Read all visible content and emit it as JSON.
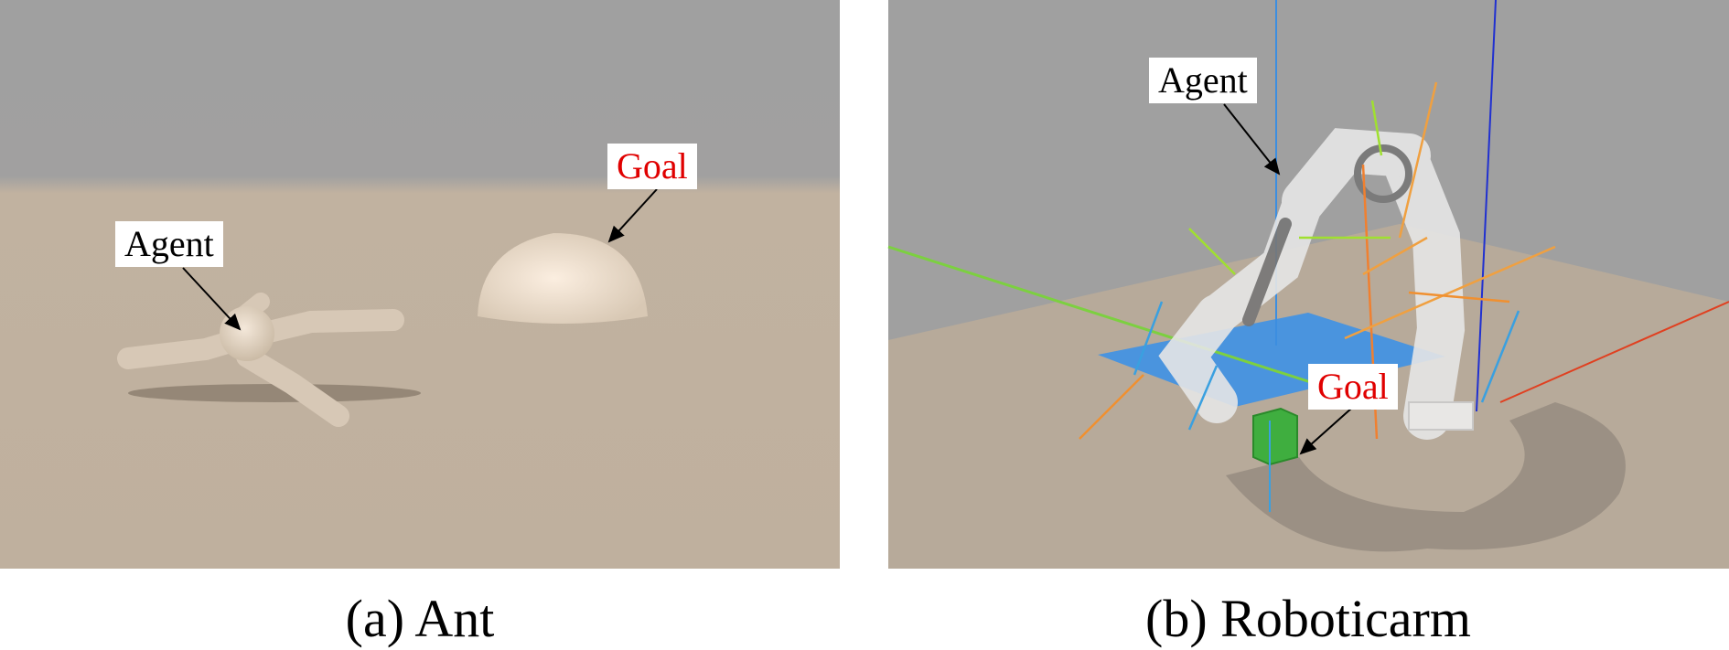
{
  "panels": [
    {
      "caption": "(a) Ant",
      "agent_label": "Agent",
      "goal_label": "Goal"
    },
    {
      "caption": "(b) Roboticarm",
      "agent_label": "Agent",
      "goal_label": "Goal"
    }
  ],
  "colors": {
    "sky": "#a0a0a0",
    "floor": "#c0b19f",
    "goal_text": "#e00000",
    "agent_text": "#000000",
    "goal_cube": "#3fae3f",
    "target_plane": "#4a94de"
  }
}
